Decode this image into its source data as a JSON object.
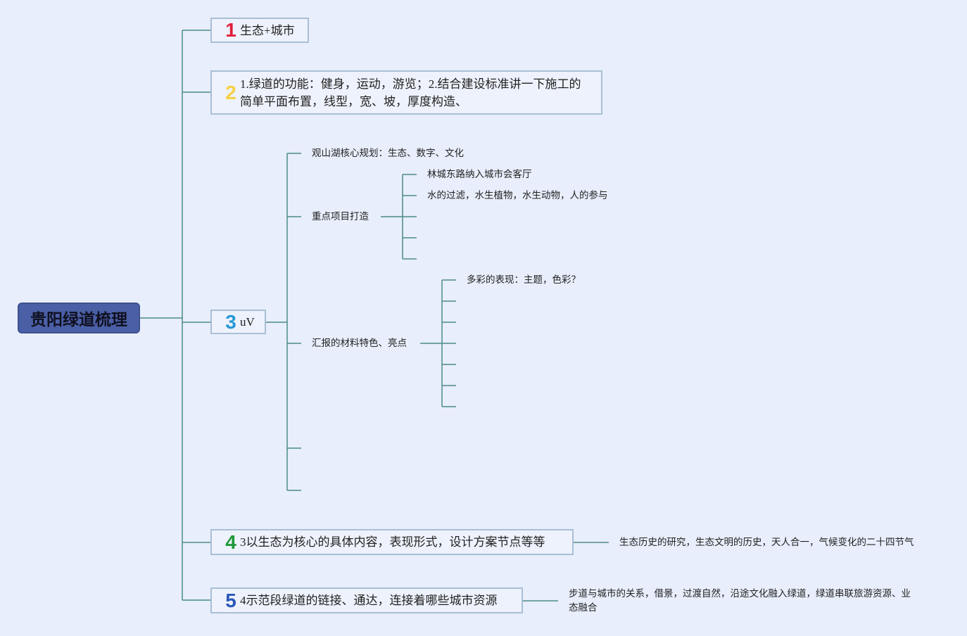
{
  "root": {
    "label": "贵阳绿道梳理",
    "color": "#4a5fa6"
  },
  "topics": [
    {
      "number": "1",
      "color": "#e0203c",
      "text": "生态+城市"
    },
    {
      "number": "2",
      "color": "#f5d142",
      "text": "1.绿道的功能：健身，运动，游览；2.结合建设标准讲一下施工的简单平面布置，线型，宽、坡，厚度构造、"
    },
    {
      "number": "3",
      "color": "#2a98d6",
      "text": "uV"
    },
    {
      "number": "4",
      "color": "#1f9a3a",
      "text": "3以生态为核心的具体内容，表现形式，设计方案节点等等"
    },
    {
      "number": "5",
      "color": "#2a58b8",
      "text": "4示范段绿道的链接、通达，连接着哪些城市资源"
    }
  ],
  "topic3_children": {
    "core_planning": "观山湖核心规划：生态、数字、文化",
    "key_projects": {
      "label": "重点项目打造",
      "children": [
        "林城东路纳入城市会客厅",
        "水的过滤，水生植物，水生动物，人的参与",
        "",
        "",
        ""
      ]
    },
    "report_materials": {
      "label": "汇报的材料特色、亮点",
      "children": [
        "多彩的表现：主题，色彩？",
        "",
        "",
        "",
        "",
        "",
        ""
      ]
    },
    "empty_children": [
      "",
      ""
    ]
  },
  "topic4_note": "生态历史的研究，生态文明的历史，天人合一，气候变化的二十四节气",
  "topic5_note": "步道与城市的关系，借景，过渡自然，沿途文化融入绿道，绿道串联旅游资源、业态融合",
  "line_color": "#4a8a8a",
  "sub_line_color": "#9bb8c8"
}
